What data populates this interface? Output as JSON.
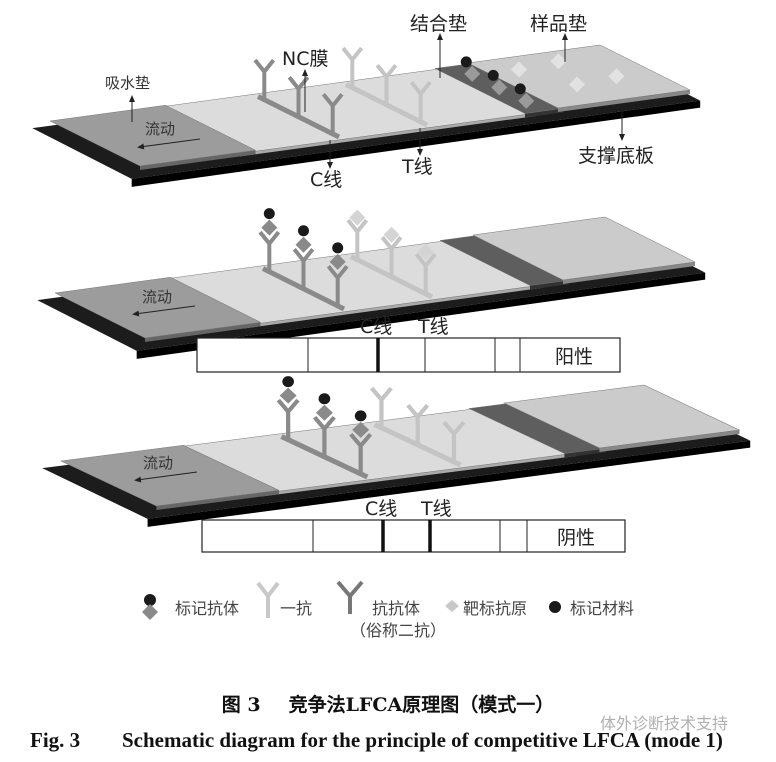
{
  "figure": {
    "labels": {
      "absorbent_pad": "吸水垫",
      "flow": "流动",
      "nc_membrane": "NC膜",
      "conjugate_pad": "结合垫",
      "sample_pad": "样品垫",
      "backing": "支撑底板",
      "c_line": "C线",
      "t_line": "T线"
    },
    "results": [
      {
        "c_label": "C线",
        "t_label": "T线",
        "result": "阳性"
      },
      {
        "c_label": "C线",
        "t_label": "T线",
        "result": "阴性"
      }
    ],
    "legend": [
      {
        "icon": "labeled-antibody-icon",
        "label": "标记抗体"
      },
      {
        "icon": "primary-antibody-icon",
        "label": "一抗"
      },
      {
        "icon": "anti-antibody-icon",
        "label": "抗抗体",
        "note": "（俗称二抗）"
      },
      {
        "icon": "target-antigen-icon",
        "label": "靶标抗原"
      },
      {
        "icon": "label-material-icon",
        "label": "标记材料"
      }
    ],
    "caption_cn": {
      "fig": "图 3",
      "title": "竞争法LFCA原理图（模式一）"
    },
    "caption_en": {
      "fig": "Fig. 3",
      "title": "Schematic diagram for the principle of competitive LFCA (mode 1)"
    },
    "watermark": "体外诊断技术支持",
    "colors": {
      "backing": "#1c1c1c",
      "absorbent": "#9c9c9c",
      "membrane": "#dcdcdc",
      "conjugate": "#5e5e5e",
      "sample": "#cbcbcb",
      "c_line": "#8a8a8a",
      "t_line": "#c4c4c4"
    }
  }
}
